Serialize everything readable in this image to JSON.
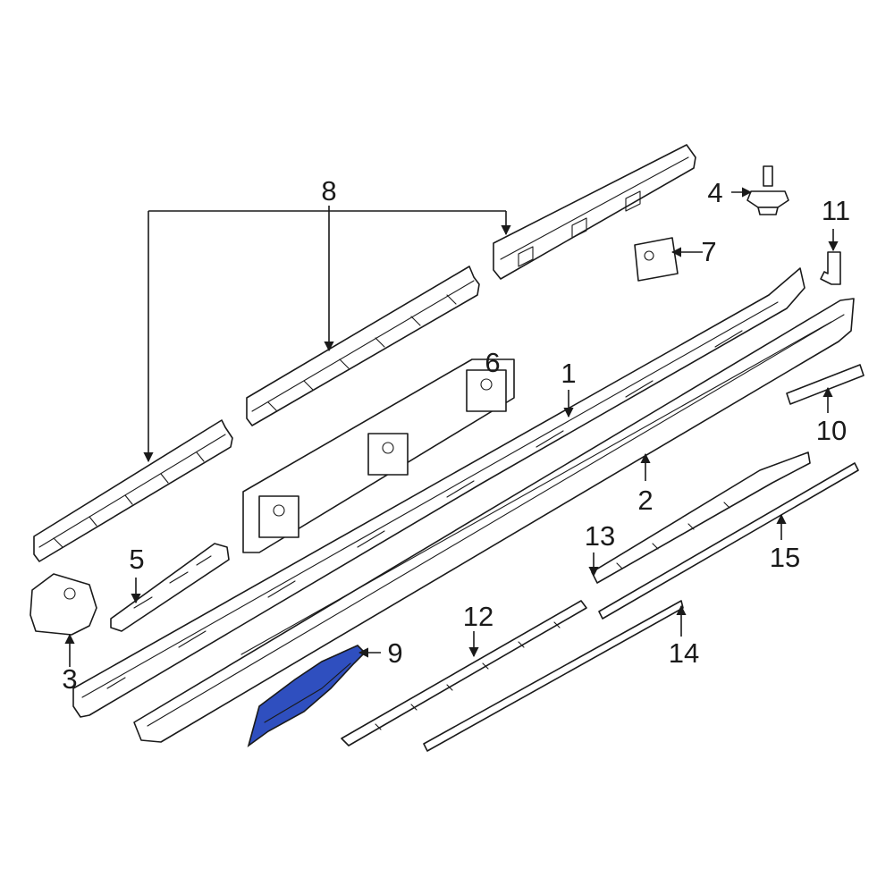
{
  "diagram": {
    "highlight_color": "#2f4fbf",
    "line_color": "#1a1a1a",
    "callouts": [
      {
        "id": "1",
        "label": "1"
      },
      {
        "id": "2",
        "label": "2"
      },
      {
        "id": "3",
        "label": "3"
      },
      {
        "id": "4",
        "label": "4"
      },
      {
        "id": "5",
        "label": "5"
      },
      {
        "id": "6",
        "label": "6"
      },
      {
        "id": "7",
        "label": "7"
      },
      {
        "id": "8",
        "label": "8"
      },
      {
        "id": "9",
        "label": "9"
      },
      {
        "id": "10",
        "label": "10"
      },
      {
        "id": "11",
        "label": "11"
      },
      {
        "id": "12",
        "label": "12"
      },
      {
        "id": "13",
        "label": "13"
      },
      {
        "id": "14",
        "label": "14"
      },
      {
        "id": "15",
        "label": "15"
      }
    ]
  }
}
